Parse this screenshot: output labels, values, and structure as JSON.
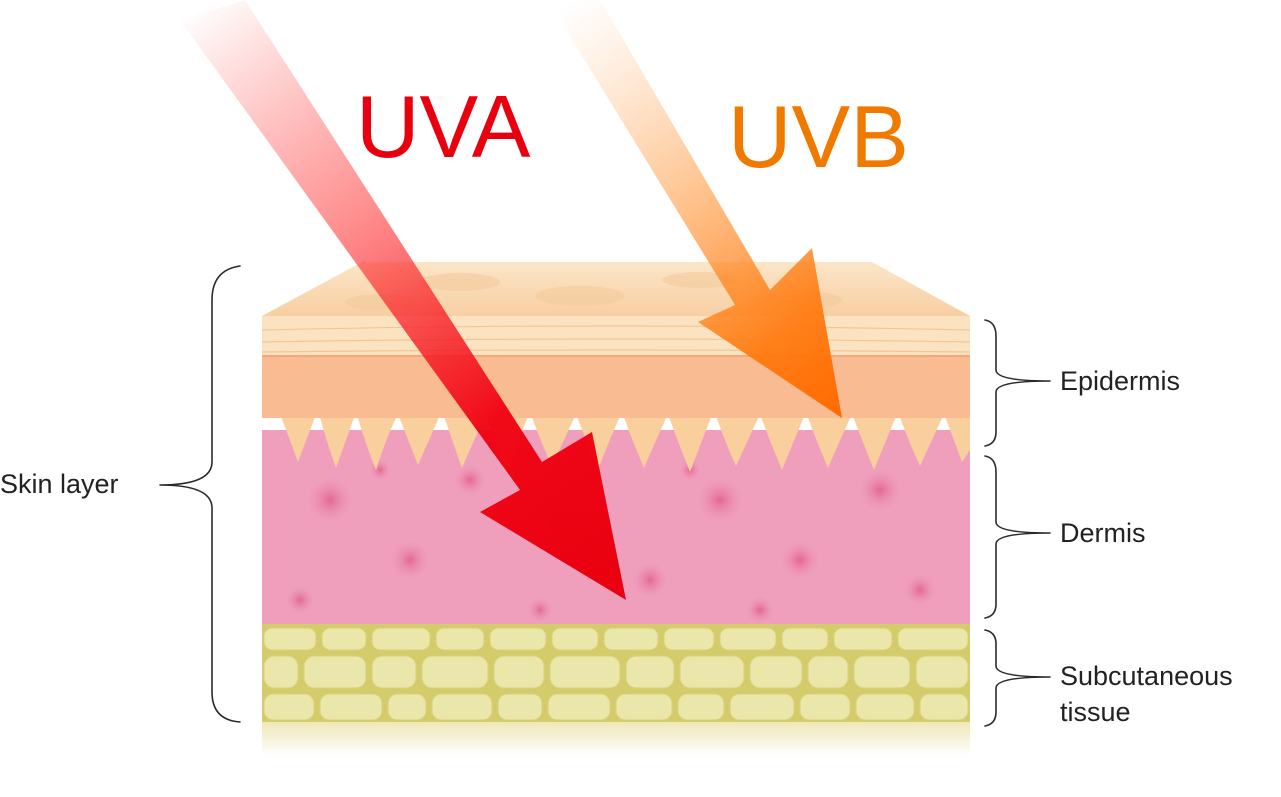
{
  "rays": {
    "uva": {
      "label": "UVA",
      "color": "#e8000f"
    },
    "uvb": {
      "label": "UVB",
      "color": "#f07a00"
    }
  },
  "layers": {
    "epidermis": {
      "label": "Epidermis"
    },
    "dermis": {
      "label": "Dermis"
    },
    "subcutaneous": {
      "label_line1": "Subcutaneous",
      "label_line2": "tissue"
    }
  },
  "skin_layer": {
    "label": "Skin layer"
  },
  "colors": {
    "epidermis_top": "#f9dcb8",
    "epidermis": "#f8b890",
    "dermis": "#ef9fbc",
    "fat_cell": "#e9e4a6",
    "fat_bg": "#d4cb6a"
  }
}
